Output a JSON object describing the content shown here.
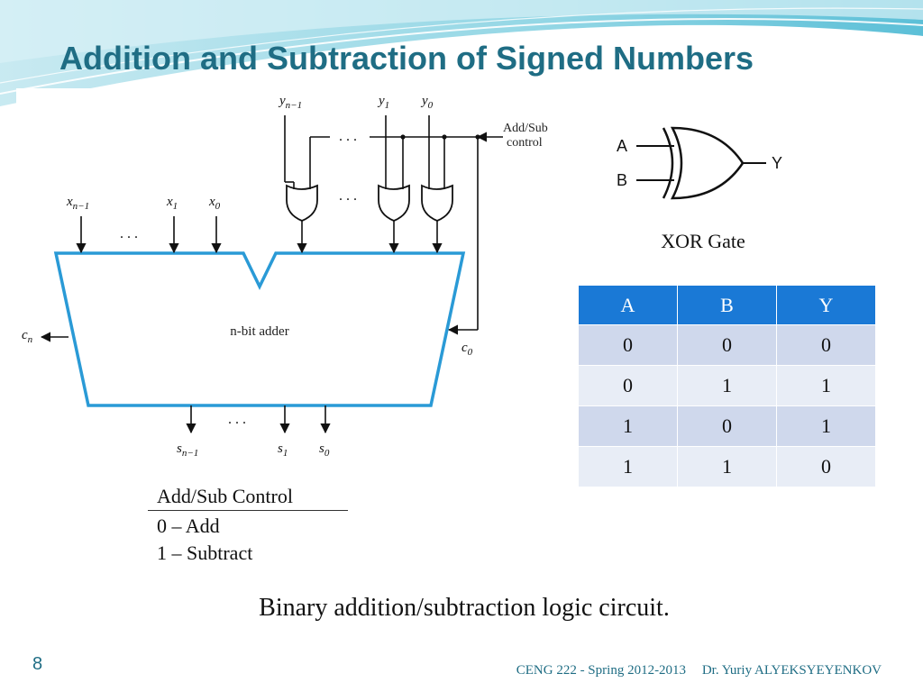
{
  "slide": {
    "title": "Addition and Subtraction of Signed Numbers",
    "page_number": "8",
    "footer_course": "CENG 222 - Spring 2012-2013",
    "footer_author": "Dr. Yuriy ALYEKSYEYENKOV",
    "theme_color": "#1f6d84",
    "accent_color": "#1a79d6"
  },
  "circuit": {
    "adder_label": "n-bit adder",
    "control_label_line1": "Add/Sub",
    "control_label_line2": "control",
    "x_inputs": [
      {
        "base": "x",
        "sub": "n−1"
      },
      {
        "base": "x",
        "sub": "1"
      },
      {
        "base": "x",
        "sub": "0"
      }
    ],
    "y_inputs": [
      {
        "base": "y",
        "sub": "n−1"
      },
      {
        "base": "y",
        "sub": "1"
      },
      {
        "base": "y",
        "sub": "0"
      }
    ],
    "s_outputs": [
      {
        "base": "s",
        "sub": "n−1"
      },
      {
        "base": "s",
        "sub": "1"
      },
      {
        "base": "s",
        "sub": "0"
      }
    ],
    "carry_out": {
      "base": "c",
      "sub": "n"
    },
    "carry_in": {
      "base": "c",
      "sub": "0"
    },
    "ellipsis": ". . ."
  },
  "xor": {
    "input_a": "A",
    "input_b": "B",
    "output_y": "Y",
    "caption": "XOR Gate"
  },
  "truth_table": {
    "headers": [
      "A",
      "B",
      "Y"
    ],
    "rows": [
      [
        "0",
        "0",
        "0"
      ],
      [
        "0",
        "1",
        "1"
      ],
      [
        "1",
        "0",
        "1"
      ],
      [
        "1",
        "1",
        "0"
      ]
    ]
  },
  "legend": {
    "heading": "Add/Sub Control",
    "line1": "0 – Add",
    "line2": "1 – Subtract"
  },
  "caption": "Binary addition/subtraction logic circuit."
}
